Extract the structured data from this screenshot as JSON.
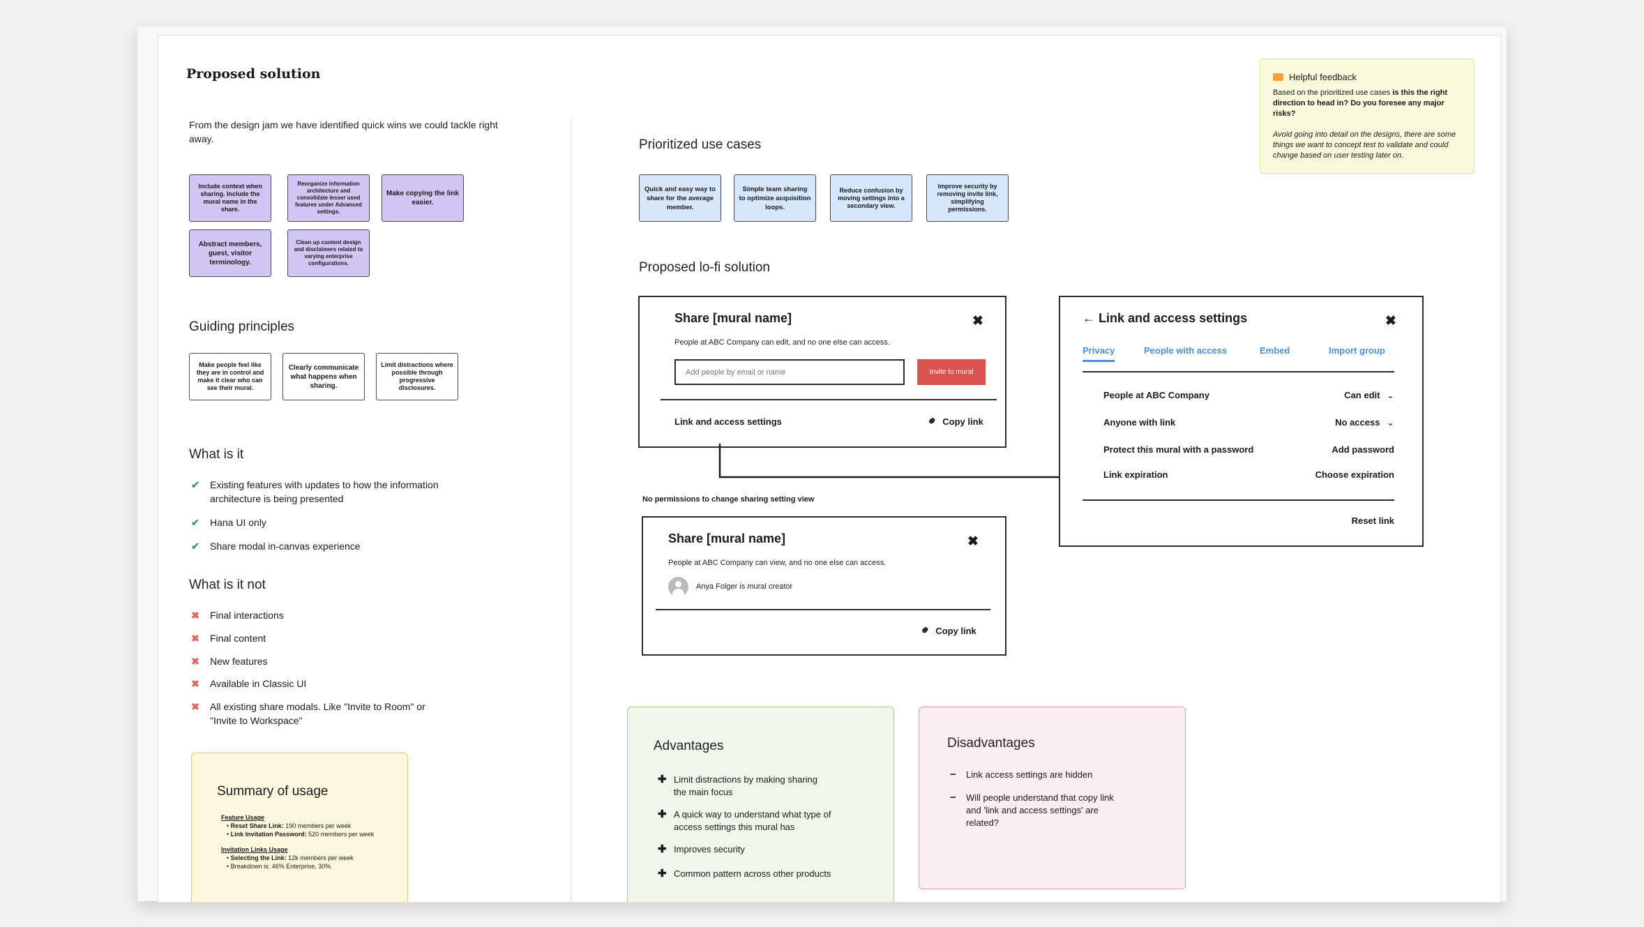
{
  "board": {
    "title": "Proposed solution",
    "intro": "From the design jam we have identified quick wins we could tackle right away."
  },
  "quick_wins": [
    "Include context when sharing. Include the mural name in the share.",
    "Reorganize information architecture and consolidate lesser used features under Advanced settings.",
    "Make copying the link easier.",
    "Abstract members, guest, visitor terminology.",
    "Clean up content design and disclaimers related to varying enterprise configurations."
  ],
  "guiding": {
    "title": "Guiding principles",
    "items": [
      "Make people feel like they are in control and make it clear who can see their mural.",
      "Clearly communicate what happens when sharing.",
      "Limit distractions where possible through progressive disclosures."
    ]
  },
  "what_is": {
    "title": "What is it",
    "items": [
      "Existing features with updates to how the information architecture is being presented",
      "Hana UI only",
      "Share modal in-canvas experience"
    ]
  },
  "what_is_not": {
    "title": "What is it not",
    "items": [
      "Final interactions",
      "Final content",
      "New features",
      "Available in Classic UI",
      "All existing share modals. Like \"Invite to Room\" or \"Invite to Workspace\""
    ]
  },
  "summary": {
    "title": "Summary of usage",
    "sections": [
      {
        "heading": "Feature Usage",
        "bullets": [
          {
            "bold": "Reset Share Link:",
            "text": " 190 members per week"
          },
          {
            "bold": "Link Invitation Password:",
            "text": " 520 members per week"
          }
        ]
      },
      {
        "heading": "Invitation Links Usage",
        "bullets": [
          {
            "bold": "Selecting the Link:",
            "text": " 12k members per week"
          },
          {
            "bold": "",
            "text": "Breakdown is: 46% Enterprise, 30%"
          }
        ]
      }
    ]
  },
  "prioritized": {
    "title": "Prioritized use cases",
    "items": [
      "Quick and easy way to share for the average member.",
      "Simple team sharing to optimize acquisition loops.",
      "Reduce confusion by moving settings into a secondary view.",
      "Improve security by removing invite link, simplifying permissions."
    ]
  },
  "lofi_title": "Proposed lo-fi solution",
  "share_modal": {
    "title": "Share [mural name]",
    "subtitle": "People at ABC Company can edit, and no one else can access.",
    "input_placeholder": "Add people by email or name",
    "invite_label": "Invite to mural",
    "settings_label": "Link and access settings",
    "copy_label": "Copy link"
  },
  "no_perm_label": "No permissions to change sharing setting view",
  "share_modal_ro": {
    "title": "Share [mural name]",
    "subtitle": "People at ABC Company can view, and no one else can access.",
    "creator": "Anya Folger is mural creator",
    "copy_label": "Copy link"
  },
  "link_settings": {
    "title": "Link and access settings",
    "tabs": [
      "Privacy",
      "People with access",
      "Embed",
      "Import group"
    ],
    "rows": [
      {
        "label": "People at ABC Company",
        "value": "Can edit",
        "dropdown": true
      },
      {
        "label": "Anyone with link",
        "value": "No access",
        "dropdown": true
      },
      {
        "label": "Protect this mural with a password",
        "value": "Add password",
        "dropdown": false
      },
      {
        "label": "Link expiration",
        "value": "Choose expiration",
        "dropdown": false
      }
    ],
    "reset_label": "Reset link"
  },
  "feedback": {
    "title": "Helpful feedback",
    "body_plain": "Based on the prioritized use cases ",
    "body_bold": "is this the right direction to head in? Do you foresee any major risks?",
    "note": "Avoid going into detail on the designs, there are some things we want to concept test to validate and could change based on user testing later on."
  },
  "advantages": {
    "title": "Advantages",
    "items": [
      "Limit distractions by making sharing the main focus",
      "A quick way to understand what type of access settings this mural has",
      "Improves security",
      "Common pattern across other products"
    ]
  },
  "disadvantages": {
    "title": "Disadvantages",
    "items": [
      "Link access settings are hidden",
      "Will people understand that copy link and 'link and access settings' are related?"
    ]
  },
  "colors": {
    "purple_sticky": "#d1c7f5",
    "blue_sticky": "#d6e6fb",
    "invite_button": "#d9534f",
    "link_blue": "#4a90d9",
    "check_green": "#3f9a4a",
    "cross_red": "#e06565",
    "advantages_bg": "#eef7ea",
    "disadvantages_bg": "#fbeeee"
  }
}
